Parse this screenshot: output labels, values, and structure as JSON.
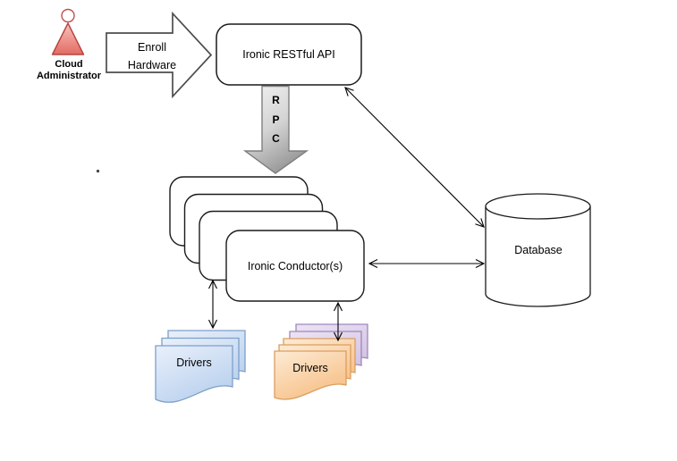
{
  "diagram": {
    "description": "Ironic bare-metal provisioning architecture diagram"
  },
  "actor": {
    "label": "Cloud Administrator"
  },
  "enroll_arrow": {
    "label": "Enroll Hardware"
  },
  "api_box": {
    "label": "Ironic RESTful API"
  },
  "rpc_arrow": {
    "label": "RPC"
  },
  "conductor_stack": {
    "label": "Ironic Conductor(s)",
    "box_count": 4
  },
  "database": {
    "label": "Database"
  },
  "drivers_left": {
    "label": "Drivers",
    "doc_count": 3,
    "color": "#c9dcf2"
  },
  "drivers_right": {
    "label": "Drivers",
    "orange_doc_count": 3,
    "purple_doc_count": 2,
    "color": "#f9cd9a",
    "back_color": "#d9cbe8"
  },
  "connections": [
    "cloud-administrator -> ironic-restful-api (enroll hardware)",
    "ironic-restful-api -> ironic-conductors (RPC)",
    "ironic-restful-api <-> database",
    "ironic-conductors <-> database",
    "ironic-conductors <-> drivers-left",
    "ironic-conductors <-> drivers-right"
  ],
  "colors": {
    "actor_fill": "#ee8d85",
    "actor_stroke": "#b5443f",
    "rpc_arrow_fill": "#c8c8c8",
    "rpc_arrow_stroke": "#7f7f7f",
    "box_stroke": "#1a1a1a",
    "blue_doc_fill": "#cfdff4",
    "blue_doc_stroke": "#7e9fc9",
    "orange_doc_fill": "#fbd4a4",
    "orange_doc_stroke": "#db9e5f",
    "purple_doc_fill": "#ddd1eb",
    "purple_doc_stroke": "#a086bd",
    "background": "#ffffff"
  }
}
